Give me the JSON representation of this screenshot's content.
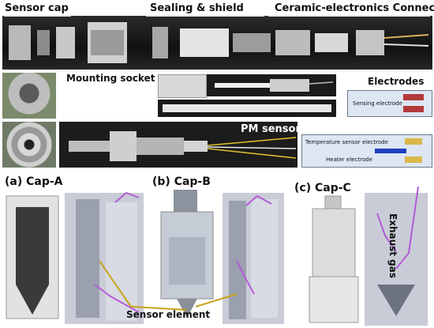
{
  "top_labels": {
    "sensor_cap": "Sensor cap",
    "sealing_shield": "Sealing & shield",
    "connector": "Ceramic-electronics Connector",
    "mounting_socket": "Mounting socket",
    "pm_sensor": "PM sensor",
    "electrodes": "Electrodes"
  },
  "electrode_panels": {
    "sensing": "Sensing electrode",
    "temperature": "Temperature sensor electrode",
    "heater": "Heater electrode"
  },
  "caps": {
    "a": "(a) Cap-A",
    "b": "(b) Cap-B",
    "c": "(c) Cap-C"
  },
  "annotations": {
    "exhaust_gas": "Exhaust gas",
    "sensor_element": "Sensor element"
  },
  "colors": {
    "flow_arrow": "#b45ad9",
    "pointer_arrow": "#c7a21a",
    "sensing_pad": "#b33a3a",
    "heater_pad": "#1f3fbf",
    "contact_pad": "#d9b84a"
  }
}
